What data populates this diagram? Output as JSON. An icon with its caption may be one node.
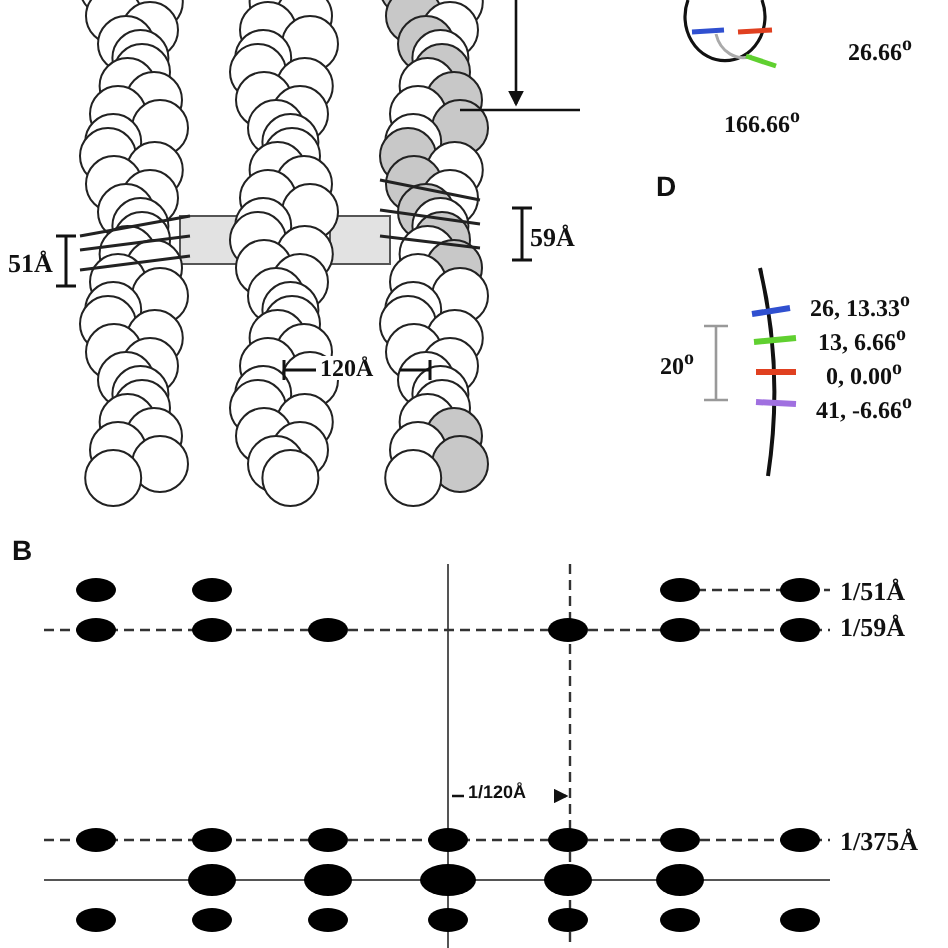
{
  "diagram": {
    "labels": [
      "51Å",
      "59Å",
      "120Å",
      "26.66$^{o}$",
      "166.66$^{o}$",
      "D",
      "26, 13.33$^{o}$",
      "13, 6.66$^{o}$",
      "0, 0.00$^{o}$",
      "41, -6.66$^{o}$",
      "20$^{o}$",
      "B",
      "1/51Å",
      "1/59Å",
      "1/120Å",
      "1/375Å"
    ]
  }
}
